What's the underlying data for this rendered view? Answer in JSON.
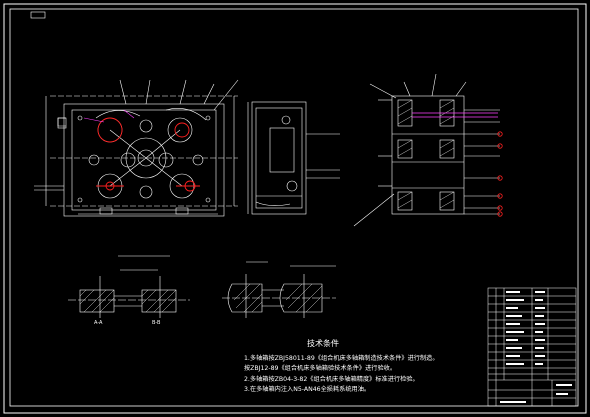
{
  "drawing": {
    "background": "#000000",
    "line_color": "#ffffff",
    "accent_red": "#ff2020",
    "accent_magenta": "#ff40ff"
  },
  "tech_requirements": {
    "title": "技术条件",
    "notes": [
      "1.多轴箱按ZBJ58011-89《组合机床多轴箱制造技术条件》进行制造。",
      "  按ZBJ12-89《组合机床多轴箱验技术条件》进行验收。",
      "2.多轴箱按ZB04-3-82《组合机床多轴箱精度》标准进行检验。",
      "3.在多轴箱内注入N5-AN46全损耗系统用油。"
    ]
  },
  "section_labels": {
    "section_a": "A-A",
    "section_b": "B-B"
  }
}
